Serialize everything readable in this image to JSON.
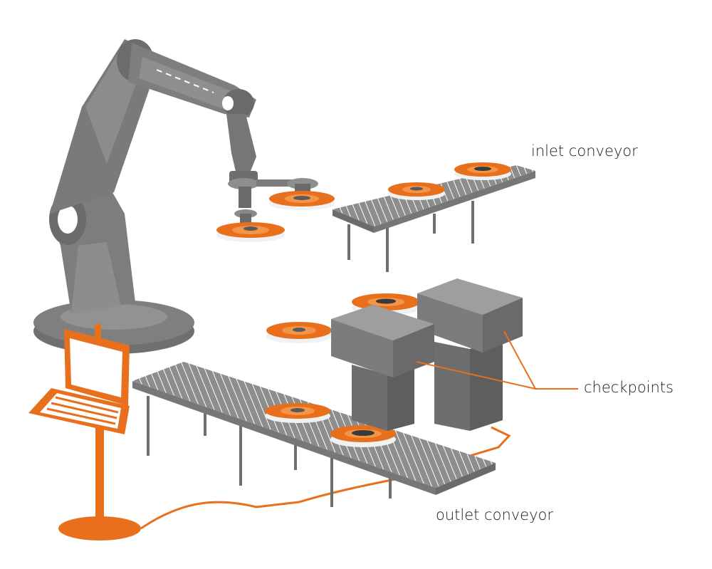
{
  "labels": {
    "inlet": "inlet conveyor",
    "checkpoints": "checkpoints",
    "outlet": "outlet conveyor"
  },
  "colors": {
    "robot_gray": "#7d7d7d",
    "robot_dark": "#5f5f5f",
    "accent_orange": "#e8701d",
    "conveyor": "#8a8a8a",
    "box_top": "#9a9a9a",
    "box_front": "#6f6f6f"
  },
  "icons": [
    "robot-arm-icon",
    "workstation-icon",
    "inlet-conveyor-icon",
    "outlet-conveyor-icon",
    "checkpoint-icon",
    "disc-icon"
  ]
}
